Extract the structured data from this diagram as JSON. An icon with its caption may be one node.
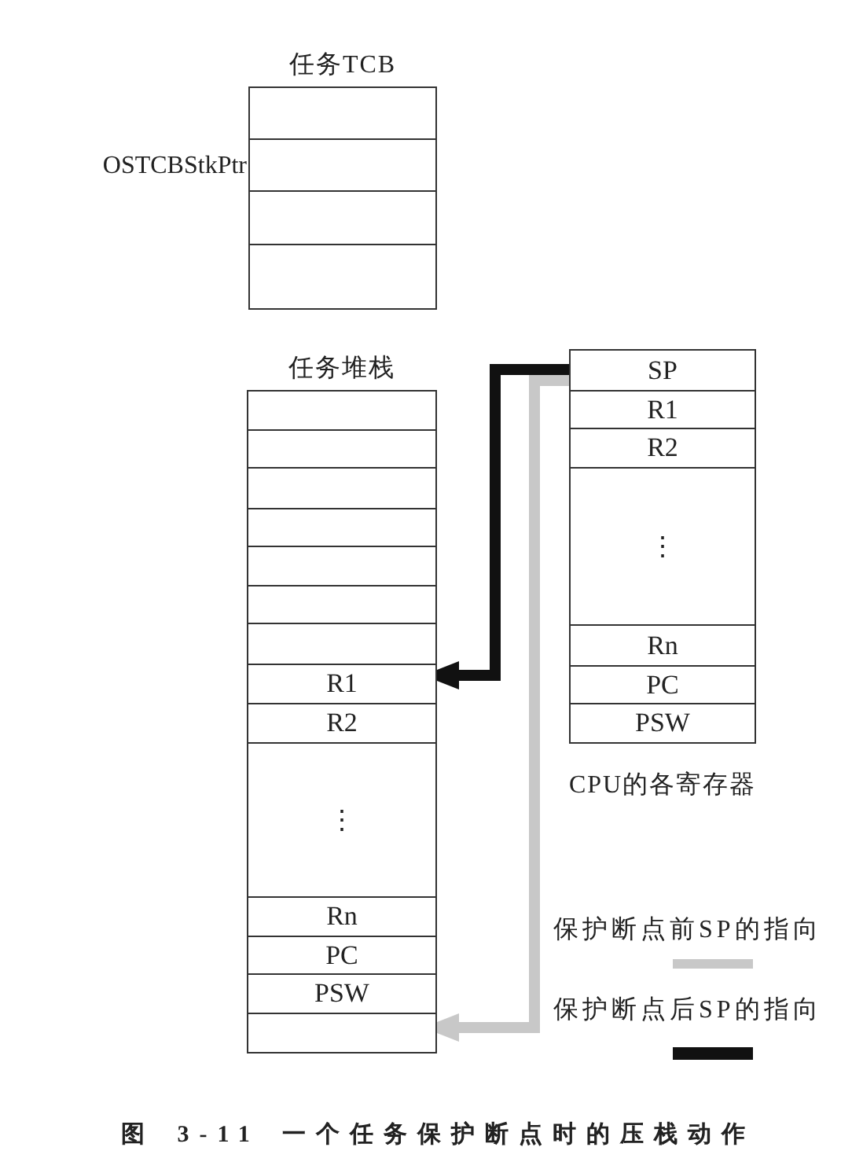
{
  "diagram": {
    "caption": "图 3-11 一个任务保护断点时的压栈动作",
    "nodes": [
      {
        "text": [
          "任务TCB"
        ]
      },
      {
        "text": [],
        "shape": "box",
        "in": 0
      },
      {
        "text": [],
        "shape": "box",
        "in": 0,
        "beside": [
          "OSTCBStkPtr"
        ]
      },
      {
        "text": [],
        "shape": "box",
        "in": 0
      },
      {
        "text": [],
        "shape": "box",
        "in": 0
      },
      {
        "text": [
          "任务堆栈"
        ]
      },
      {
        "text": [],
        "shape": "box",
        "in": 5
      },
      {
        "text": [],
        "shape": "box",
        "in": 5
      },
      {
        "text": [],
        "shape": "box",
        "in": 5
      },
      {
        "text": [],
        "shape": "box",
        "in": 5
      },
      {
        "text": [],
        "shape": "box",
        "in": 5
      },
      {
        "text": [],
        "shape": "box",
        "in": 5
      },
      {
        "text": [],
        "shape": "box",
        "in": 5
      },
      {
        "text": [
          "R1"
        ],
        "in": 5
      },
      {
        "text": [
          "R2"
        ],
        "in": 5
      },
      {
        "text": [
          "⋮"
        ],
        "in": 5
      },
      {
        "text": [
          "Rn"
        ],
        "in": 5
      },
      {
        "text": [
          "PC"
        ],
        "in": 5
      },
      {
        "text": [
          "PSW"
        ],
        "in": 5
      },
      {
        "text": [],
        "shape": "box",
        "in": 5
      },
      {
        "text": [
          "CPU的各寄存器"
        ]
      },
      {
        "text": [
          "SP"
        ],
        "in": 20
      },
      {
        "text": [
          "R1"
        ],
        "in": 20
      },
      {
        "text": [
          "R2"
        ],
        "in": 20
      },
      {
        "text": [
          "⋮"
        ],
        "in": 20
      },
      {
        "text": [
          "Rn"
        ],
        "in": 20
      },
      {
        "text": [
          "PC"
        ],
        "in": 20
      },
      {
        "text": [
          "PSW"
        ],
        "in": 20
      }
    ],
    "edges": [
      {
        "from": 21,
        "to": 19,
        "arrow": "to",
        "color": "#c8c8c8"
      },
      {
        "from": 21,
        "to": 13,
        "arrow": "to",
        "color": "#111111"
      }
    ],
    "legend": [
      {
        "text": "保护断点前SP的指向",
        "color": "#c8c8c8"
      },
      {
        "text": "保护断点后SP的指向",
        "color": "#111111"
      }
    ]
  }
}
